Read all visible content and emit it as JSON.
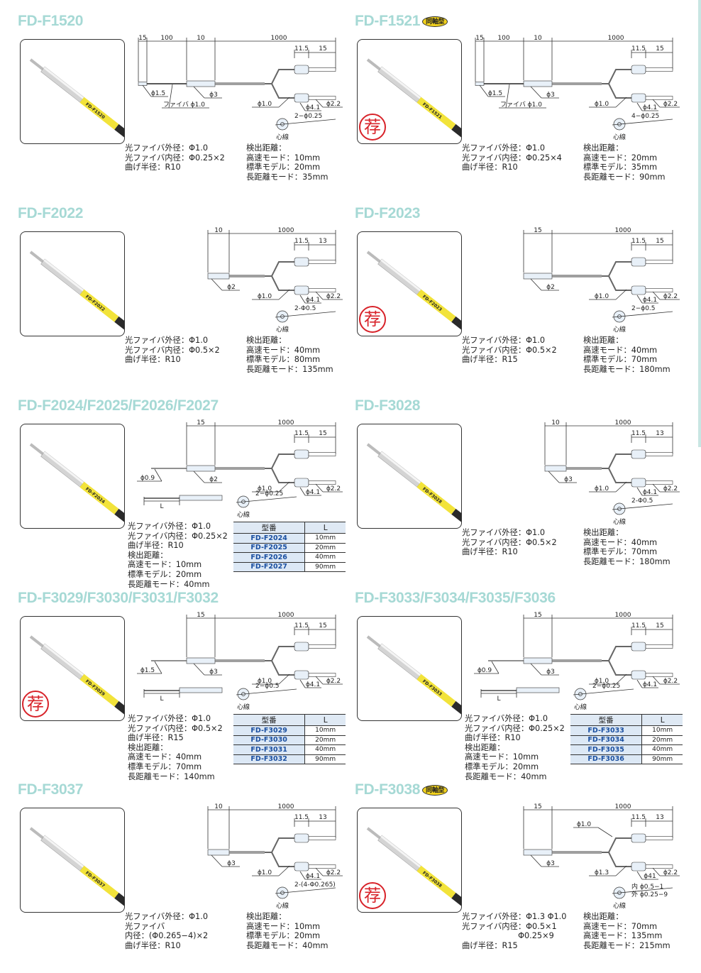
{
  "core_label": "心線",
  "badge_coax": "同軸型",
  "recommend_mark": "荐",
  "table_header": {
    "model": "型番",
    "length": "L"
  },
  "l_label": "L",
  "products": [
    {
      "name": "FD-F1520",
      "coax": false,
      "recommended": false,
      "dims_top": [
        "15",
        "100",
        "10",
        "1000"
      ],
      "dims_right": [
        "11.5",
        "15"
      ],
      "callouts": {
        "tip": "ϕ1.5",
        "fiber": "ファイバ ϕ1.0",
        "sleeve": "ϕ3",
        "cable": "ϕ1.0",
        "conn": "ϕ4.1",
        "pin": "ϕ2.2"
      },
      "core": "2−ϕ0.25",
      "specs_left": [
        "光ファイバ外径：Φ1.0",
        "光ファイバ内径：Φ0.25×2",
        "曲げ半径：R10"
      ],
      "specs_right": [
        "検出距離：",
        "高速モード：10mm",
        "標準モデル：20mm",
        "長距離モード：35mm"
      ]
    },
    {
      "name": "FD-F1521",
      "coax": true,
      "recommended": true,
      "dims_top": [
        "15",
        "100",
        "10",
        "1000"
      ],
      "dims_right": [
        "11.5",
        "15"
      ],
      "callouts": {
        "tip": "ϕ1.5",
        "fiber": "ファイバ ϕ1.0",
        "sleeve": "ϕ3",
        "cable": "ϕ1.0",
        "conn": "ϕ4.1",
        "pin": "ϕ2.2"
      },
      "core": "4−ϕ0.25",
      "specs_left": [
        "光ファイバ外径：Φ1.0",
        "光ファイバ内径：Φ0.25×4",
        "曲げ半径：R10"
      ],
      "specs_right": [
        "検出距離：",
        "高速モード：20mm",
        "標準モデル：35mm",
        "長距離モード：90mm"
      ]
    },
    {
      "name": "FD-F2022",
      "coax": false,
      "recommended": false,
      "dims_top": [
        "10",
        "1000"
      ],
      "dims_right": [
        "11.5",
        "13"
      ],
      "callouts": {
        "sleeve": "ϕ2",
        "cable": "ϕ1.0",
        "conn": "ϕ4.1",
        "pin": "ϕ2.2"
      },
      "core": "2-Φ0.5",
      "specs_left": [
        "光ファイバ外径：Φ1.0",
        "光ファイバ内径：Φ0.5×2",
        "曲げ半径：R10"
      ],
      "specs_right": [
        "検出距離：",
        "高速モード：40mm",
        "標準モデル：80mm",
        "長距離モード：135mm"
      ]
    },
    {
      "name": "FD-F2023",
      "coax": false,
      "recommended": true,
      "dims_top": [
        "15",
        "1000"
      ],
      "dims_right": [
        "11.5",
        "15"
      ],
      "callouts": {
        "sleeve": "ϕ2",
        "cable": "ϕ1.0",
        "conn": "ϕ4.1",
        "pin": "ϕ2.2"
      },
      "core": "2−ϕ0.5",
      "specs_left": [
        "光ファイバ外径：Φ1.0",
        "光ファイバ内径：Φ0.5×2",
        "曲げ半径：R15"
      ],
      "specs_right": [
        "検出距離：",
        "高速モード：40mm",
        "標準モデル：70mm",
        "長距離モード：180mm"
      ]
    },
    {
      "name": "FD-F2024/F2025/F2026/F2027",
      "photo_label": "FD-F2024",
      "coax": false,
      "recommended": false,
      "dims_top": [
        "15",
        "1000"
      ],
      "dims_right": [
        "11.5",
        "15"
      ],
      "callouts": {
        "tip": "ϕ0.9",
        "sleeve": "ϕ2",
        "cable": "ϕ1.0",
        "conn": "ϕ4.1",
        "pin": "ϕ2.2"
      },
      "core": "2−ϕ0.25",
      "l_diagram": true,
      "specs_left": [
        "光ファイバ外径：Φ1.0",
        "光ファイバ内径：Φ0.25×2",
        "曲げ半径：R10",
        "検出距離：",
        "高速モード：10mm",
        "標準モデル：20mm",
        "長距離モード：40mm"
      ],
      "table": [
        [
          "FD-F2024",
          "10mm"
        ],
        [
          "FD-F2025",
          "20mm"
        ],
        [
          "FD-F2026",
          "40mm"
        ],
        [
          "FD-F2027",
          "90mm"
        ]
      ]
    },
    {
      "name": "FD-F3028",
      "coax": false,
      "recommended": false,
      "dims_top": [
        "10",
        "1000"
      ],
      "dims_right": [
        "11.5",
        "13"
      ],
      "callouts": {
        "sleeve": "ϕ3",
        "cable": "ϕ1.0",
        "conn": "ϕ4.1",
        "pin": "ϕ2.2"
      },
      "core": "2-Φ0.5",
      "specs_left": [
        "光ファイバ外径：Φ1.0",
        "光ファイバ内径：Φ0.5×2",
        "曲げ半径：R10"
      ],
      "specs_right": [
        "検出距離：",
        "高速モード：40mm",
        "標準モデル：70mm",
        "長距離モード：180mm"
      ]
    },
    {
      "name": "FD-F3029/F3030/F3031/F3032",
      "photo_label": "FD-F3029",
      "coax": false,
      "recommended": true,
      "dims_top": [
        "15",
        "1000"
      ],
      "dims_right": [
        "11.5",
        "15"
      ],
      "callouts": {
        "tip": "ϕ1.5",
        "sleeve": "ϕ3",
        "cable": "ϕ1.0",
        "conn": "ϕ4.1",
        "pin": "ϕ2.2"
      },
      "core": "2−ϕ0.5",
      "l_diagram": true,
      "specs_left": [
        "光ファイバ外径：Φ1.0",
        "光ファイバ内径：Φ0.5×2",
        "曲げ半径：R15",
        "検出距離：",
        "高速モード：40mm",
        "標準モデル：70mm",
        "長距離モード：140mm"
      ],
      "table": [
        [
          "FD-F3029",
          "10mm"
        ],
        [
          "FD-F3030",
          "20mm"
        ],
        [
          "FD-F3031",
          "40mm"
        ],
        [
          "FD-F3032",
          "90mm"
        ]
      ]
    },
    {
      "name": "FD-F3033/F3034/F3035/F3036",
      "photo_label": "FD-F3033",
      "coax": false,
      "recommended": false,
      "dims_top": [
        "15",
        "1000"
      ],
      "dims_right": [
        "11.5",
        "15"
      ],
      "callouts": {
        "tip": "ϕ0.9",
        "sleeve": "ϕ3",
        "cable": "ϕ1.0",
        "conn": "ϕ4.1",
        "pin": "ϕ2.2"
      },
      "core": "2−ϕ0.25",
      "l_diagram": true,
      "specs_left": [
        "光ファイバ外径：Φ1.0",
        "光ファイバ内径：Φ0.25×2",
        "曲げ半径：R10",
        "検出距離：",
        "高速モード：10mm",
        "標準モデル：20mm",
        "長距離モード：40mm"
      ],
      "table": [
        [
          "FD-F3033",
          "10mm"
        ],
        [
          "FD-F3034",
          "20mm"
        ],
        [
          "FD-F3035",
          "40mm"
        ],
        [
          "FD-F3036",
          "90mm"
        ]
      ]
    },
    {
      "name": "FD-F3037",
      "coax": false,
      "recommended": false,
      "dims_top": [
        "10",
        "1000"
      ],
      "dims_right": [
        "11.5",
        "13"
      ],
      "callouts": {
        "sleeve": "ϕ3",
        "cable": "ϕ1.0",
        "conn": "ϕ4.1",
        "pin": "ϕ2.2"
      },
      "core": "2-(4-Φ0.265)",
      "specs_left": [
        "光ファイバ外径：Φ1.0",
        "光ファイバ",
        "内径：(Φ0.265−4)×2",
        "曲げ半径：R10"
      ],
      "specs_right": [
        "検出距離：",
        "高速モード：10mm",
        "標準モデル：20mm",
        "長距離モード：40mm"
      ]
    },
    {
      "name": "FD-F3038",
      "coax": true,
      "recommended": true,
      "dims_top": [
        "15",
        "1000"
      ],
      "dims_right": [
        "11.5",
        "13"
      ],
      "callouts": {
        "sleeve": "ϕ3",
        "upper": "ϕ1.0",
        "cable": "ϕ1.3",
        "conn": "ϕ41",
        "pin": "ϕ2.2"
      },
      "core": "内 ϕ0.5−1",
      "core2": "外 ϕ0.25−9",
      "specs_left": [
        "光ファイバ外径：Φ1.3 Φ1.0",
        "光ファイバ内径：Φ0.5×1",
        "　　　　　　　Φ0.25×9",
        "曲げ半径：R15"
      ],
      "specs_right": [
        "検出距離：",
        "高速モード：70mm",
        "高速モード：135mm",
        "長距離モード：215mm"
      ]
    }
  ]
}
